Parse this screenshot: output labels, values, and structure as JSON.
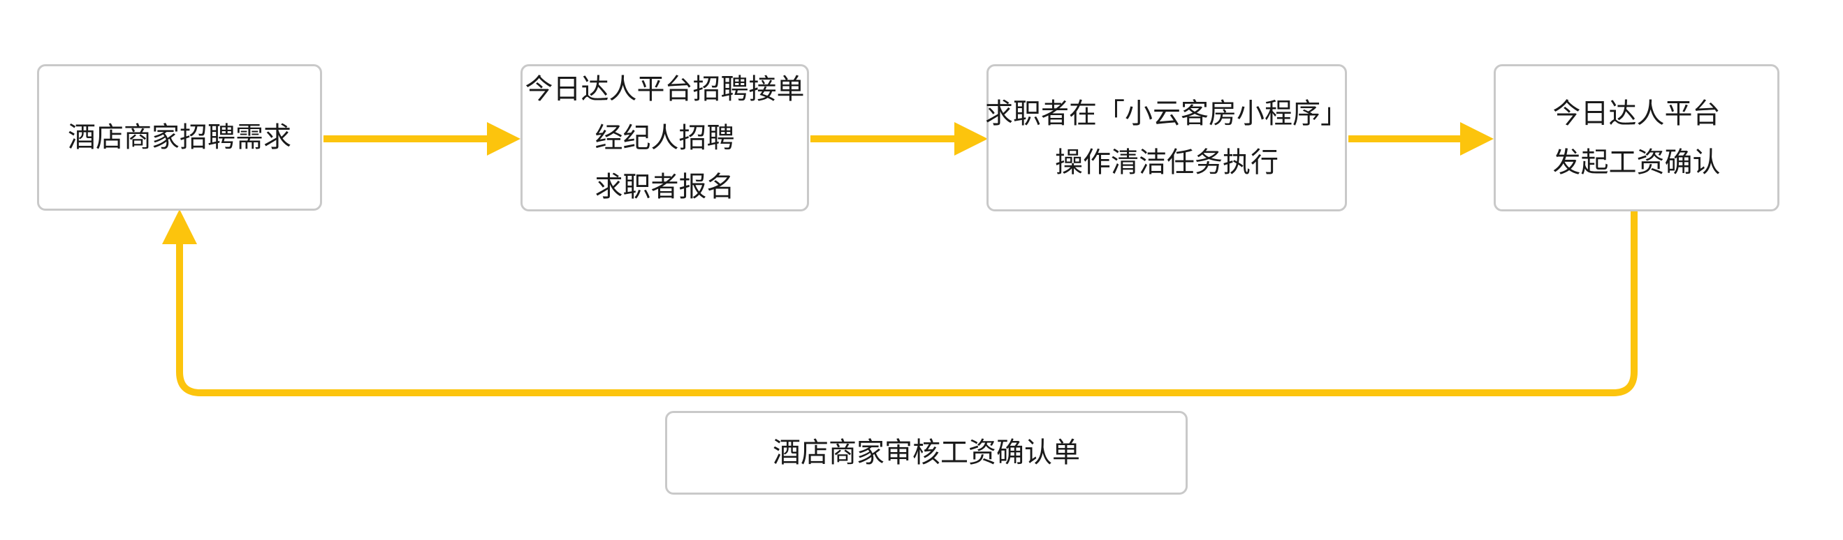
{
  "diagram": {
    "type": "flowchart",
    "nodes": [
      {
        "id": "hotel-merchant-recruitment-demand",
        "lines": [
          "酒店商家招聘需求"
        ]
      },
      {
        "id": "platform-accepts-recruitment-order",
        "lines": [
          "今日达人平台招聘接单",
          "经纪人招聘",
          "求职者报名"
        ]
      },
      {
        "id": "jobseeker-mini-program-cleaning-tasks",
        "lines": [
          "求职者在「小云客房小程序」",
          "操作清洁任务执行"
        ]
      },
      {
        "id": "platform-initiates-salary-confirmation",
        "lines": [
          "今日达人平台",
          "发起工资确认"
        ]
      },
      {
        "id": "hotel-merchant-reviews-salary-confirmation",
        "lines": [
          "酒店商家审核工资确认单"
        ]
      }
    ],
    "edges": [
      {
        "from": "hotel-merchant-recruitment-demand",
        "to": "platform-accepts-recruitment-order",
        "style": "arrow-right"
      },
      {
        "from": "platform-accepts-recruitment-order",
        "to": "jobseeker-mini-program-cleaning-tasks",
        "style": "arrow-right"
      },
      {
        "from": "jobseeker-mini-program-cleaning-tasks",
        "to": "platform-initiates-salary-confirmation",
        "style": "arrow-right"
      },
      {
        "from": "platform-initiates-salary-confirmation",
        "to": "hotel-merchant-recruitment-demand",
        "style": "loop-bottom-arrow-up"
      }
    ],
    "colors": {
      "accent": "#FCC40D",
      "node_border": "#C9C9C9",
      "text": "#1A1A1A",
      "background": "#FFFFFF"
    }
  }
}
